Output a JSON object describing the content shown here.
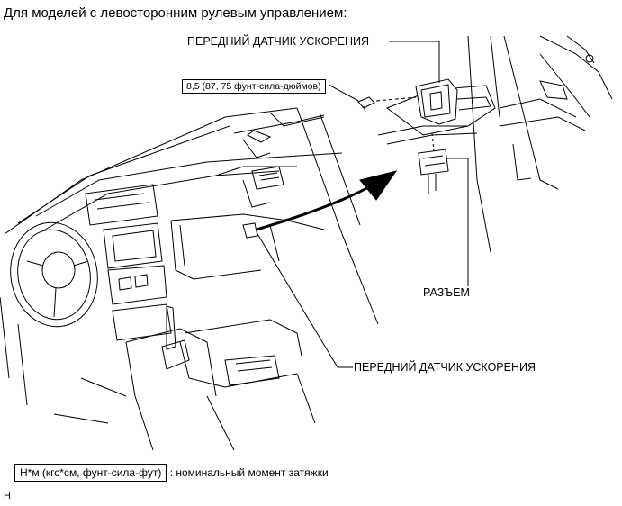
{
  "title": "Для моделей с левосторонним рулевым управлением:",
  "labels": {
    "sensor_top": "ПЕРЕДНИЙ ДАТЧИК УСКОРЕНИЯ",
    "torque": "8,5 (87, 75 фунт-сила-дюймов)",
    "connector": "РАЗЪЕМ",
    "sensor_bottom": "ПЕРЕДНИЙ ДАТЧИК УСКОРЕНИЯ"
  },
  "legend": {
    "unit_box": "Н*м (кгс*см, фунт-сила-фут)",
    "description": ": номинальный момент затяжки"
  },
  "footer": "H"
}
